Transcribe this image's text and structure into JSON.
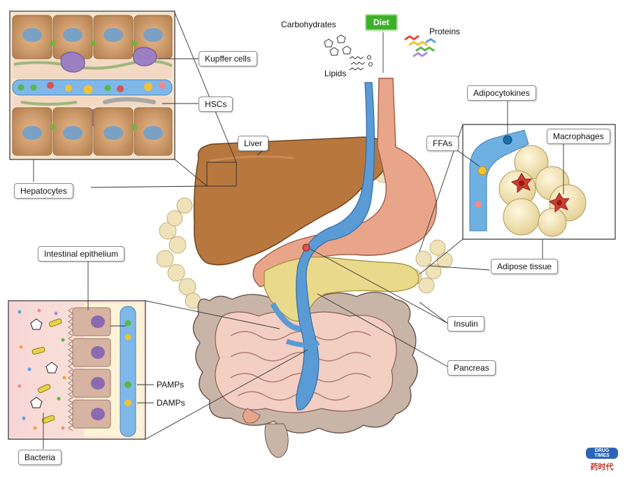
{
  "labels": {
    "kupffer": "Kupffer cells",
    "hscs": "HSCs",
    "hepatocytes": "Hepatocytes",
    "liver": "Liver",
    "diet": "Diet",
    "carbohydrates": "Carbohydrates",
    "proteins": "Proteins",
    "lipids": "Lipids",
    "adipocytokines": "Adipocytokines",
    "ffas": "FFAs",
    "macrophages": "Macrophages",
    "adipose_tissue": "Adipose tissue",
    "insulin": "Insulin",
    "pancreas": "Pancreas",
    "intestinal_epithelium": "Intestinal epithelium",
    "pamps": "PAMPs",
    "damps": "DAMPs",
    "bacteria": "Bacteria"
  },
  "logo": {
    "text": "DRUG TIMES",
    "cn": "药时代"
  },
  "colors": {
    "liver": "#b8773d",
    "stomach": "#e9a58a",
    "vessel": "#5b9bd5",
    "pancreas": "#e9d98a",
    "intestine": "#c9b5a8",
    "adipocyte": "#f1e2b2",
    "diet_green": "#3fae2a"
  }
}
